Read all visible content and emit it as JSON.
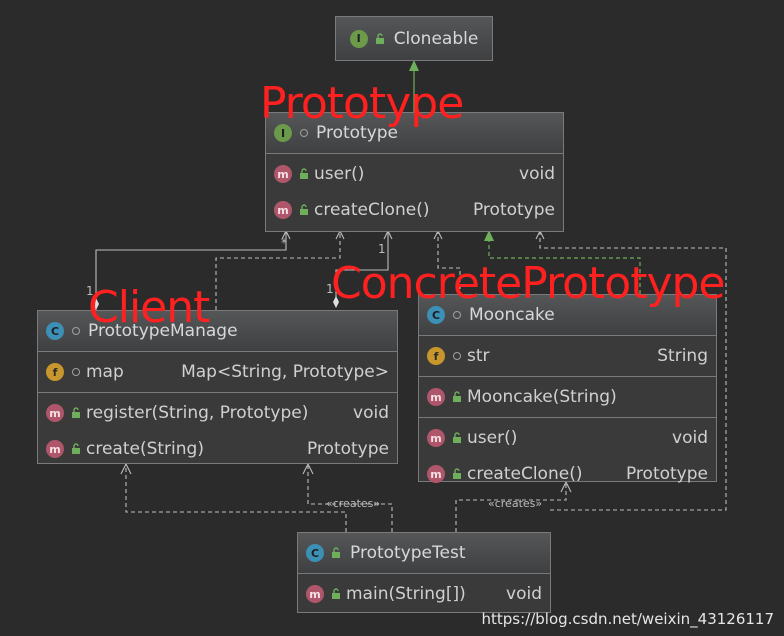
{
  "classes": {
    "cloneable": {
      "name": "Cloneable",
      "kind": "I"
    },
    "prototype": {
      "name": "Prototype",
      "kind": "I",
      "methods": [
        {
          "name": "user()",
          "type": "void"
        },
        {
          "name": "createClone()",
          "type": "Prototype"
        }
      ]
    },
    "prototype_manage": {
      "name": "PrototypeManage",
      "kind": "C",
      "fields": [
        {
          "name": "map",
          "type": "Map<String, Prototype>"
        }
      ],
      "methods": [
        {
          "name": "register(String, Prototype)",
          "type": "void"
        },
        {
          "name": "create(String)",
          "type": "Prototype"
        }
      ]
    },
    "mooncake": {
      "name": "Mooncake",
      "kind": "C",
      "fields": [
        {
          "name": "str",
          "type": "String"
        }
      ],
      "constructors": [
        {
          "name": "Mooncake(String)"
        }
      ],
      "methods": [
        {
          "name": "user()",
          "type": "void"
        },
        {
          "name": "createClone()",
          "type": "Prototype"
        }
      ]
    },
    "prototype_test": {
      "name": "PrototypeTest",
      "kind": "C",
      "methods": [
        {
          "name": "main(String[])",
          "type": "void"
        }
      ]
    }
  },
  "annotations": {
    "prototype": "Prototype",
    "client": "Client",
    "concrete": "ConcretePrototype"
  },
  "multiplicities": {
    "star": "*",
    "one_a": "1",
    "one_b": "1",
    "one_c": "1"
  },
  "creates_label": "«creates»",
  "badges": {
    "interface": "I",
    "class": "C",
    "method": "m",
    "field": "f"
  },
  "watermark": "https://blog.csdn.net/weixin_43126117",
  "colors": {
    "background": "#2b2b2b",
    "annotation_red": "#ff2020",
    "realization_green": "#6fae5a",
    "line_gray": "#bdbdbd"
  }
}
